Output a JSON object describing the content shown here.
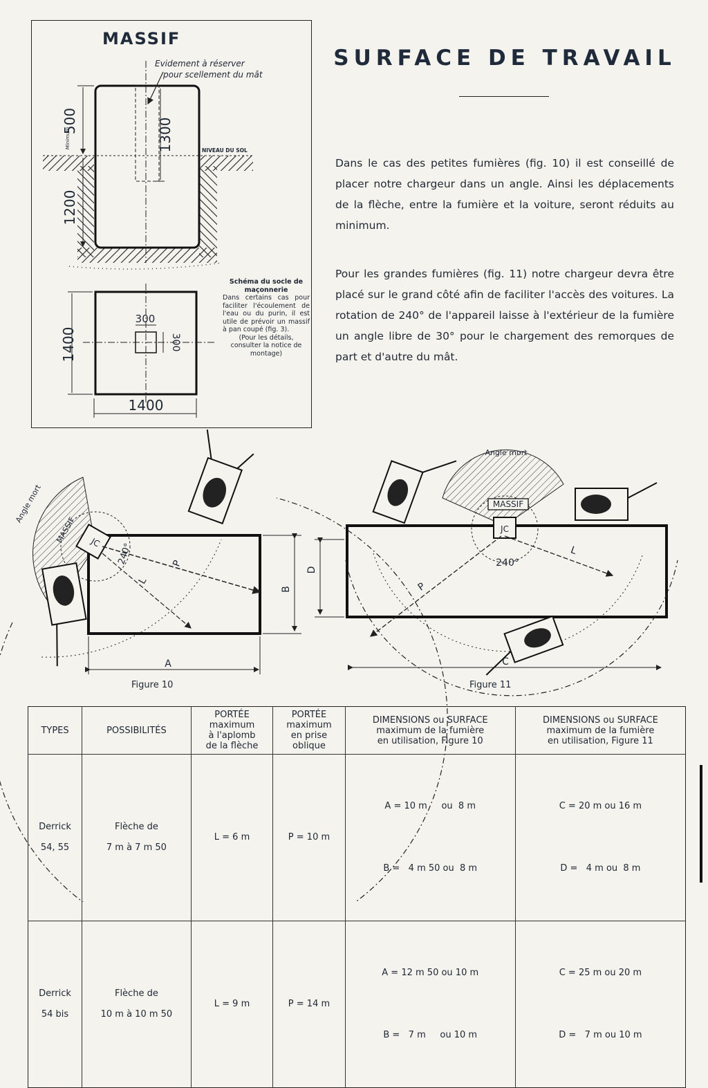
{
  "title": "SURFACE DE TRAVAIL",
  "paragraphs": [
    "Dans le cas des petites fumières (fig. 10) il est conseillé de placer notre chargeur dans un angle. Ainsi les déplacements de la flèche, entre la fumière et la voiture, seront réduits au minimum.",
    "Pour les grandes fumières (fig. 11) notre chargeur devra être placé sur le grand côté afin de faciliter l'accès des voitures. La rotation de 240° de l'appareil laisse à l'extérieur de la fumière un angle libre de 30° pour le chargement des remorques de part et d'autre du mât."
  ],
  "massif": {
    "title": "MASSIF",
    "evidement_line1": "Evidement à réserver",
    "evidement_line2": "pour scellement du mât",
    "dim_500": "500",
    "dim_minimum": "Minimum",
    "dim_1300": "1300",
    "niveau_sol": "NIVEAU DU SOL",
    "dim_1200": "1200",
    "dim_1400_v": "1400",
    "dim_1400_h": "1400",
    "dim_300_h": "300",
    "dim_300_v": "300",
    "schema_title": "Schéma du socle de maçonnerie",
    "schema_text": "Dans certains cas pour faciliter l'écoulement de l'eau ou du purin, il est utile de prévoir un massif à pan coupé (fig. 3).",
    "schema_note": "(Pour les détails, consulter la notice de montage)"
  },
  "figure10": {
    "caption": "Figure 10",
    "angle_mort": "Angle mort",
    "massif": "MASSIF",
    "angle": "240°",
    "P": "P",
    "L": "L",
    "A": "A",
    "B": "B",
    "JC": "JC"
  },
  "figure11": {
    "caption": "Figure 11",
    "angle_mort": "Angle mort",
    "massif": "MASSIF",
    "angle": "240°",
    "P": "P",
    "L": "L",
    "C": "C",
    "D": "D",
    "JC": "JC"
  },
  "table": {
    "headers": {
      "types": "TYPES",
      "possibilites": "POSSIBILITÉS",
      "portee_aplomb": [
        "PORTÉE",
        "maximum",
        "à l'aplomb",
        "de la flèche"
      ],
      "portee_oblique": [
        "PORTÉE",
        "maximum",
        "en prise",
        "oblique"
      ],
      "dim_fig10": [
        "DIMENSIONS ou SURFACE",
        "maximum de la fumière",
        "en utilisation, Figure 10"
      ],
      "dim_fig11": [
        "DIMENSIONS ou SURFACE",
        "maximum de la fumière",
        "en utilisation, Figure 11"
      ]
    },
    "rows": [
      {
        "type": [
          "Derrick",
          "54, 55"
        ],
        "possibilites": [
          "Flèche de",
          "7 m à 7 m 50"
        ],
        "L": "L = 6 m",
        "P": "P = 10 m",
        "fig10": [
          "A = 10 m     ou  8 m",
          "B =   4 m 50 ou  8 m"
        ],
        "fig11": [
          "C = 20 m ou 16 m",
          "D =   4 m ou  8 m"
        ]
      },
      {
        "type": [
          "Derrick",
          "54 bis"
        ],
        "possibilites": [
          "Flèche de",
          "10 m à 10 m 50"
        ],
        "L": "L = 9 m",
        "P": "P = 14 m",
        "fig10": [
          "A = 12 m 50 ou 10 m",
          "B =   7 m     ou 10 m"
        ],
        "fig11": [
          "C = 25 m ou 20 m",
          "D =   7 m ou 10 m"
        ]
      }
    ]
  }
}
